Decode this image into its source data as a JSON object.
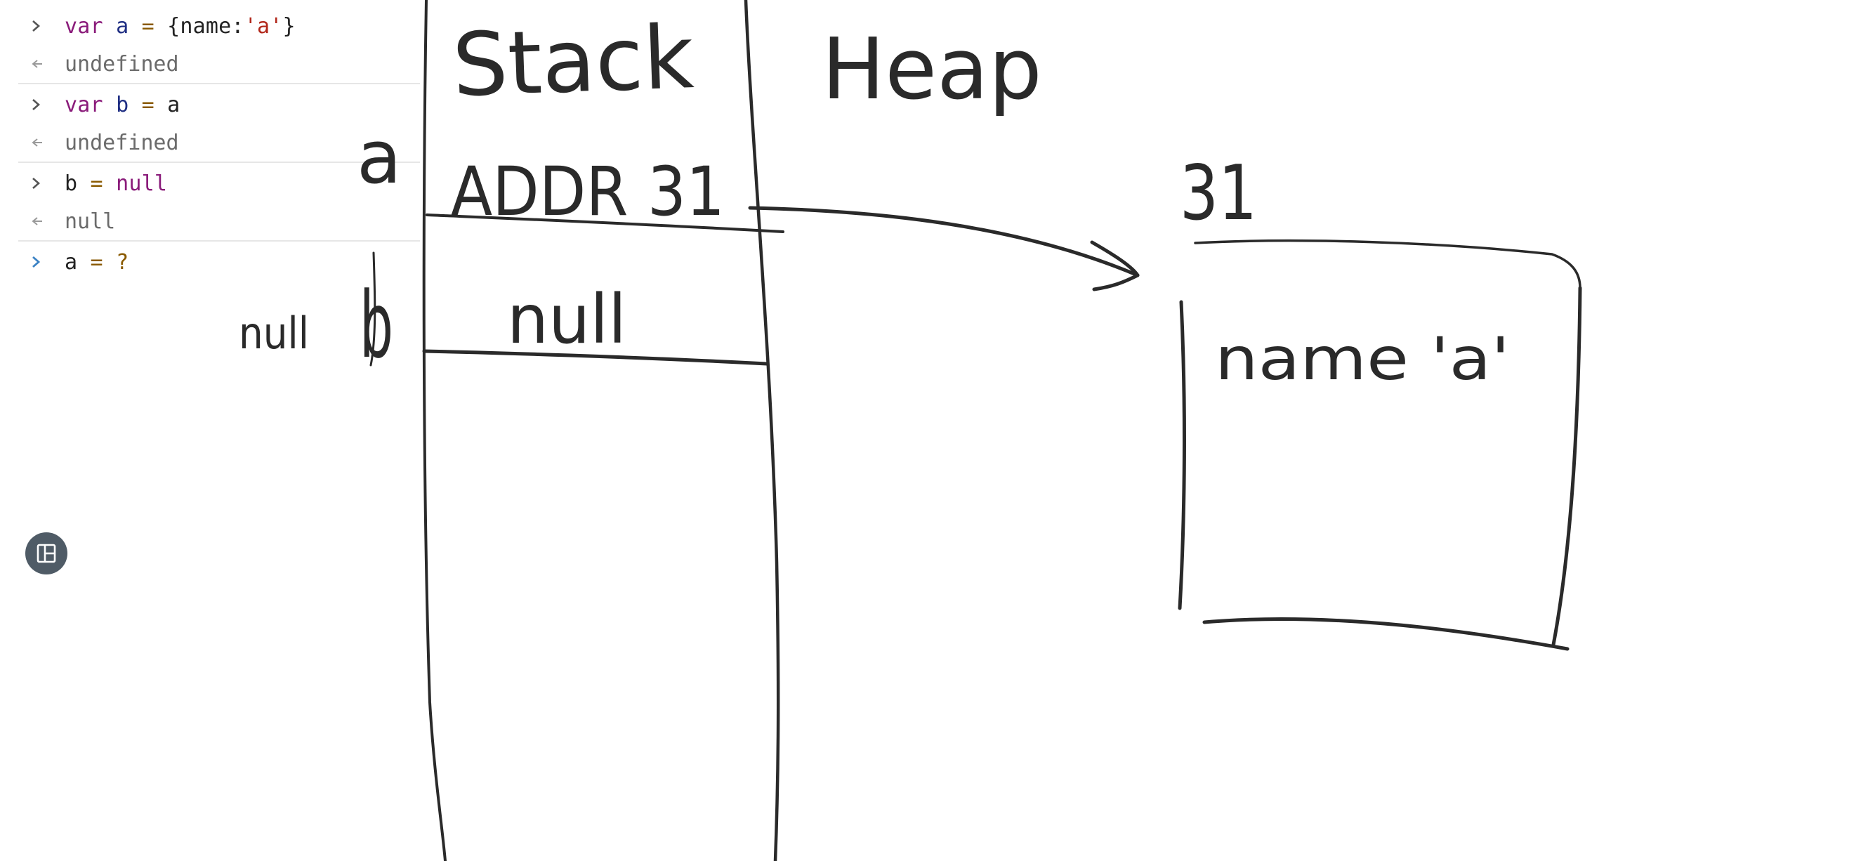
{
  "console": {
    "entries": [
      {
        "input": {
          "kw": "var",
          "name": "a",
          "op": "=",
          "rest_open": "{name:",
          "str": "'a'",
          "rest_close": "}"
        },
        "output": "undefined"
      },
      {
        "input": {
          "kw": "var",
          "name": "b",
          "op": "=",
          "rhs": "a"
        },
        "output": "undefined"
      },
      {
        "input": {
          "lhs": "b",
          "op": "=",
          "rhs": "null"
        },
        "output": "null"
      }
    ],
    "active_input": {
      "lhs": "a",
      "op": "=",
      "rhs": "?"
    },
    "icons": {
      "input_prompt": "chevron-right-icon",
      "output_prompt": "return-arrow-icon",
      "layout_button": "layout-panel-icon"
    },
    "colors": {
      "keyword": "#8a1b7a",
      "variable": "#1f2e83",
      "operator": "#8a5a00",
      "string": "#b2281b",
      "output": "#6b6b6b",
      "active_prompt": "#3b82c4"
    }
  },
  "whiteboard": {
    "stack_title": "Stack",
    "heap_title": "Heap",
    "stack_rows": [
      {
        "label": "a",
        "value": "ADDR 31"
      },
      {
        "label": "b",
        "value": "null",
        "side_note": "null"
      }
    ],
    "heap_object": {
      "address": "31",
      "content": "name 'a'"
    },
    "ink_color": "#2a2a2a"
  }
}
